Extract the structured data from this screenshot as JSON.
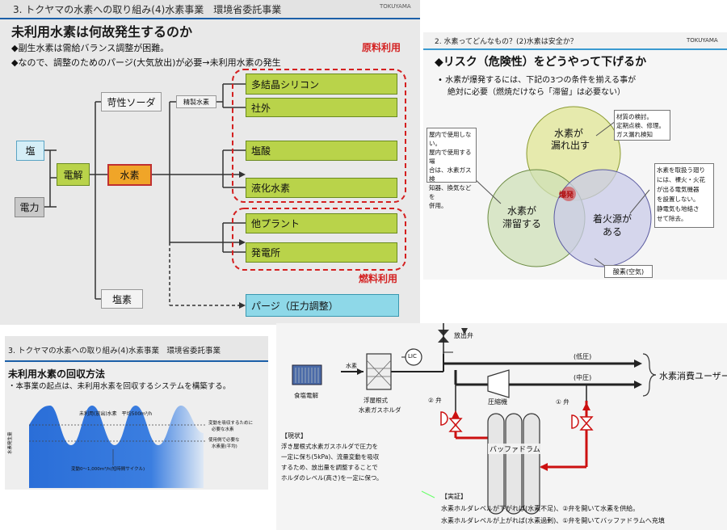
{
  "slide1": {
    "header": "3. トクヤマの水素への取り組み(4)水素事業　環境省委託事業",
    "logo": "TOKUYAMA",
    "title": "未利用水素は何故発生するのか",
    "bullets": [
      "◆副生水素は需給バランス調整が困難。",
      "◆なので、調整のためのパージ(大気放出)が必要→未利用水素の発生"
    ],
    "labels": {
      "raw_use": "原料利用",
      "fuel_use": "燃料利用",
      "refined": "精製水素"
    },
    "nodes": {
      "salt": "塩",
      "power": "電力",
      "electrolysis": "電解",
      "caustic_soda": "苛性ソーダ",
      "hydrogen": "水素",
      "chlorine": "塩素",
      "polysilicon": "多結晶シリコン",
      "external": "社外",
      "hcl": "塩酸",
      "liquid_h2": "液化水素",
      "other_plant": "他プラント",
      "power_plant": "発電所",
      "purge": "パージ（圧力調整）"
    },
    "colors": {
      "green_box": "#b9d34a",
      "orange_box": "#f0a528",
      "cyan_box": "#8ed8e8",
      "red": "#d42020"
    }
  },
  "slide2": {
    "header": "2. 水素ってどんなもの？(2)水素は安全か？",
    "logo": "TOKUYAMA",
    "title": "◆リスク（危険性）をどうやって下げるか",
    "bullet": "• 水素が爆発するには、下記の3つの条件を揃える事が",
    "bullet2": "絶対に必要（燃焼だけなら「滞留」は必要ない）",
    "circles": {
      "leak_l1": "水素が",
      "leak_l2": "漏れ出す",
      "stay_l1": "水素が",
      "stay_l2": "滞留する",
      "ignite_l1": "着火源が",
      "ignite_l2": "ある"
    },
    "explosion": "爆発",
    "callouts": {
      "left": [
        "屋内で使用しない。",
        "屋内で使用する場",
        "合は、水素ガス検",
        "知器、換気などを",
        "併用。"
      ],
      "top": [
        "材質の検討。",
        "定期点検、修理。",
        "ガス漏れ検知"
      ],
      "right": [
        "水素を取扱う廻り",
        "には、裸火・火花",
        "が出る電気機器",
        "を設置しない。",
        "静電気も地絡さ",
        "せて除去。"
      ],
      "bottom": "酸素(空気)"
    }
  },
  "slide3": {
    "header": "3. トクヤマの水素への取り組み(4)水素事業　環境省委託事業",
    "title": "未利用水素の回収方法",
    "bullet": "・本事業の起点は、未利用水素を回収するシステムを構築する。",
    "chart_labels": {
      "peak": "未利用(放出)水素　平均500m³/h",
      "right1": "変動を吸収するために",
      "right1b": "必要な水素",
      "right2": "使用側で必要な",
      "right2b": "水素量(平均)",
      "yaxis": "水素発生量",
      "bottom": "変動0～1,000m³/h(短時間サイクル)"
    }
  },
  "slide4": {
    "labels": {
      "vent_valve": "放出弁",
      "hydrogen_line": "水素",
      "lic": "LIC",
      "low_pressure": "(低圧)",
      "mid_pressure": "(中圧)",
      "users": "水素消費ユーザー",
      "electrolyzer": "食塩電解",
      "holder_l1": "浮屋根式",
      "holder_l2": "水素ガスホルダ",
      "compressor": "圧縮機",
      "valve2": "② 弁",
      "valve1": "① 弁",
      "buffer": "バッファドラム"
    },
    "status_title": "【現状】",
    "status_lines": [
      "浮き屋根式水素ガスホルダで圧力を",
      "一定に保ち(5kPa)、流量変動を吸収",
      "するため、放出量を調整することで",
      "ホルダのレベル(高さ)を一定に保つ。"
    ],
    "demo_title": "【実証】",
    "demo_lines": [
      "水素ホルダレベルが下がれば(水素不足)、②弁を開いて水素を供給。",
      "水素ホルダレベルが上がれば(水素過剰)、①弁を開いてバッファドラムへ充填"
    ]
  }
}
